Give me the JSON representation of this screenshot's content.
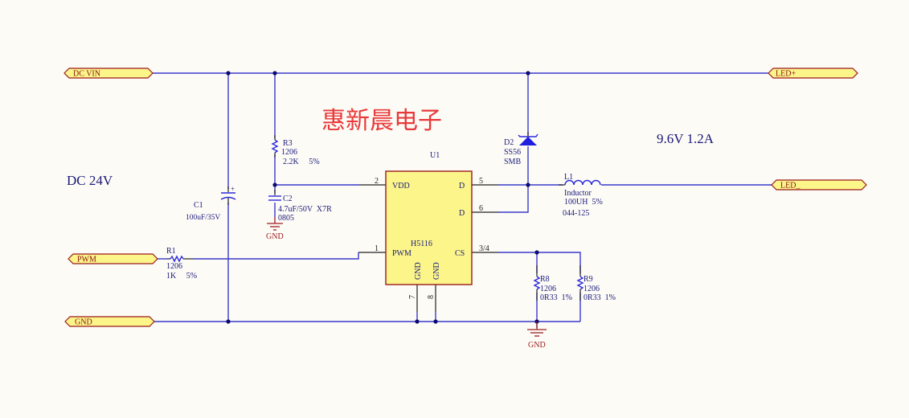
{
  "ports": {
    "dc_vin": "DC VIN",
    "pwm": "PWM",
    "gnd": "GND",
    "led_plus": "LED+",
    "led_minus": "LED_"
  },
  "annotations": {
    "brand": "惠新晨电子",
    "input_voltage": "DC 24V",
    "output_spec": "9.6V  1.2A"
  },
  "ic": {
    "designator": "U1",
    "part": "H5116",
    "pins": {
      "vdd": {
        "name": "VDD",
        "num": "2"
      },
      "d1": {
        "name": "D",
        "num": "5"
      },
      "d2": {
        "name": "D",
        "num": "6"
      },
      "pwm": {
        "name": "PWM",
        "num": "1"
      },
      "cs": {
        "name": "CS",
        "num": "3/4"
      },
      "gnd1": {
        "name": "GND",
        "num": "7"
      },
      "gnd2": {
        "name": "GND",
        "num": "8"
      }
    }
  },
  "components": {
    "r3": {
      "ref": "R3",
      "pkg": "1206",
      "value": "2.2K     5%"
    },
    "c2": {
      "ref": "C2",
      "value": "4.7uF/50V  X7R",
      "pkg": "0805"
    },
    "c1": {
      "ref": "C1",
      "value": "100uF/35V"
    },
    "r1": {
      "ref": "R1",
      "pkg": "1206",
      "value": "1K     5%"
    },
    "d2": {
      "ref": "D2",
      "value": "SS56",
      "pkg": "SMB"
    },
    "l1": {
      "ref": "L1",
      "type": "Inductor",
      "value": "100UH  5%",
      "pkg": "044-125"
    },
    "r8": {
      "ref": "R8",
      "pkg": "1206",
      "value": "0R33  1%"
    },
    "r9": {
      "ref": "R9",
      "pkg": "1206",
      "value": "0R33  1%"
    }
  },
  "gnd_symbols": {
    "c2_gnd": "GND",
    "cs_gnd": "GND"
  }
}
